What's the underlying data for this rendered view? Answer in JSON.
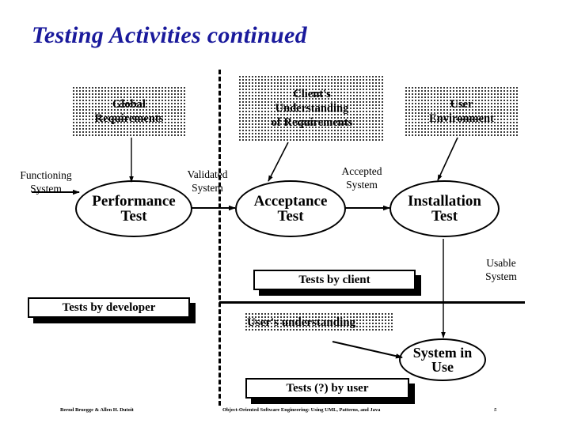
{
  "slide": {
    "title": "Testing Activities continued",
    "title_color": "#1a1a9c",
    "page_number": "5"
  },
  "requirement_boxes": [
    {
      "id": "global-requirements",
      "text": "Global\nRequirements",
      "lines": [
        "Global",
        "Requirements"
      ]
    },
    {
      "id": "client-understanding",
      "text": "Client's Understanding of Requirements",
      "lines": [
        "Client's",
        "Understanding",
        "of Requirements"
      ]
    },
    {
      "id": "user-environment",
      "text": "User Environment",
      "lines": [
        "User",
        "Environment"
      ]
    }
  ],
  "activities": [
    {
      "id": "performance-test",
      "lines": [
        "Performance",
        "Test"
      ]
    },
    {
      "id": "acceptance-test",
      "lines": [
        "Acceptance",
        "Test"
      ]
    },
    {
      "id": "installation-test",
      "lines": [
        "Installation",
        "Test"
      ]
    },
    {
      "id": "system-in-use",
      "lines": [
        "System in",
        "Use"
      ]
    }
  ],
  "flow_labels": [
    {
      "id": "functioning-system",
      "lines": [
        "Functioning",
        "System"
      ]
    },
    {
      "id": "validated-system",
      "lines": [
        "Validated",
        "System"
      ]
    },
    {
      "id": "accepted-system",
      "lines": [
        "Accepted",
        "System"
      ]
    },
    {
      "id": "usable-system",
      "lines": [
        "Usable",
        "System"
      ]
    }
  ],
  "responsibility_boxes": [
    {
      "id": "tests-by-developer",
      "label": "Tests by developer"
    },
    {
      "id": "tests-by-client",
      "label": "Tests by client"
    },
    {
      "id": "tests-by-user",
      "label": "Tests (?)  by user"
    }
  ],
  "annotations": [
    {
      "id": "users-understanding",
      "label": "User's understanding"
    }
  ],
  "footer": {
    "authors": "Bernd Bruegge & Allen H. Dutoit",
    "book": "Object-Oriented Software Engineering: Using UML, Patterns, and Java",
    "page": "5"
  }
}
